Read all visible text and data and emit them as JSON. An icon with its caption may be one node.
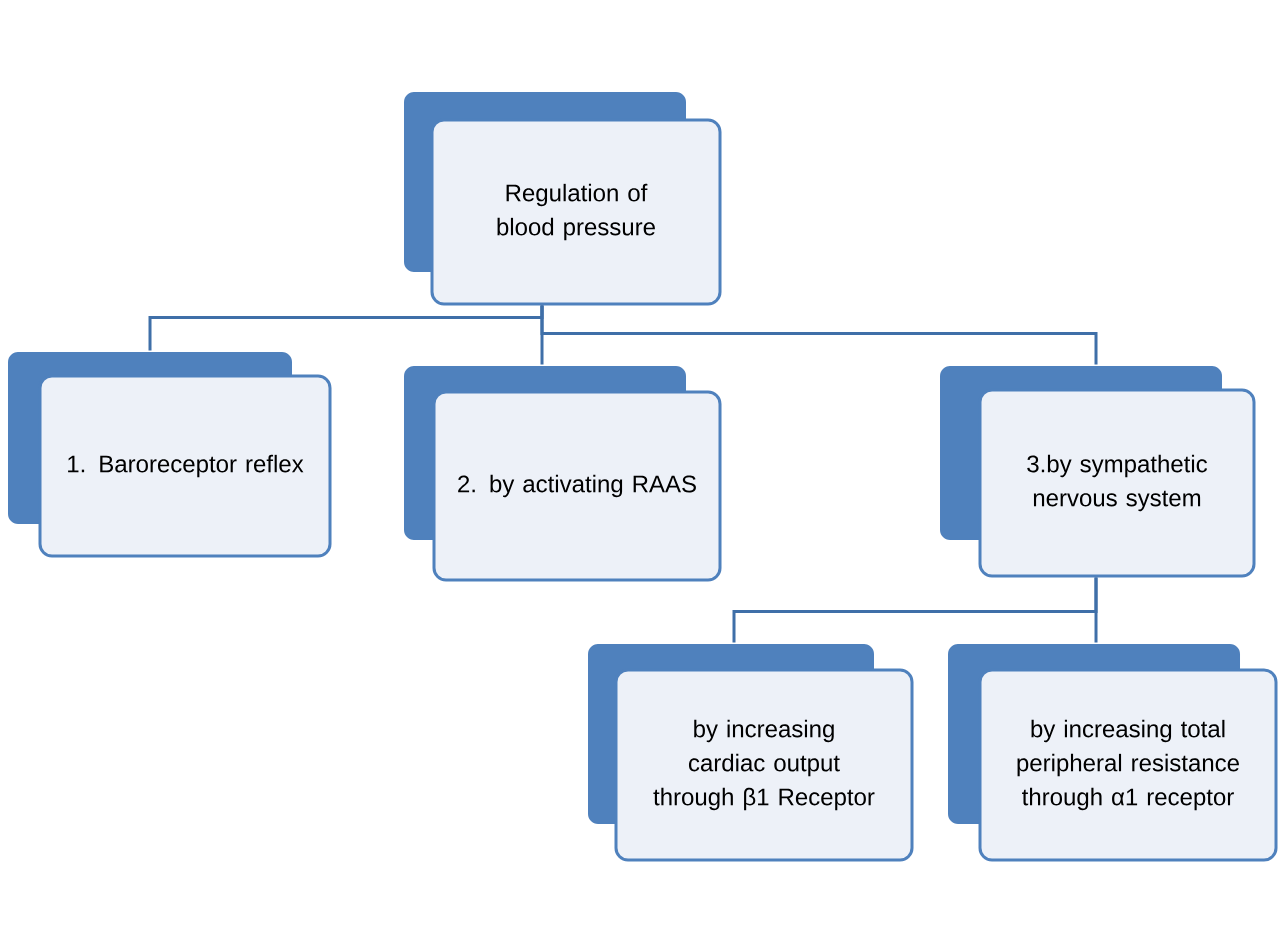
{
  "diagram": {
    "nodes": [
      {
        "text": [
          "Regulation of blood pressure"
        ]
      },
      {
        "text": [
          "1. Baroreceptor reflex"
        ]
      },
      {
        "text": [
          "2. by activating RAAS"
        ]
      },
      {
        "text": [
          "3.by sympathetic nervous system"
        ]
      },
      {
        "text": [
          "by increasing cardiac output through β1 Receptor"
        ]
      },
      {
        "text": [
          "by increasing total peripheral resistance through α1 receptor"
        ]
      }
    ],
    "edges": [
      {
        "from": 0,
        "to": 1,
        "arrow": "none"
      },
      {
        "from": 0,
        "to": 2,
        "arrow": "none"
      },
      {
        "from": 0,
        "to": 3,
        "arrow": "none"
      },
      {
        "from": 3,
        "to": 4,
        "arrow": "none"
      },
      {
        "from": 3,
        "to": 5,
        "arrow": "none"
      }
    ]
  }
}
